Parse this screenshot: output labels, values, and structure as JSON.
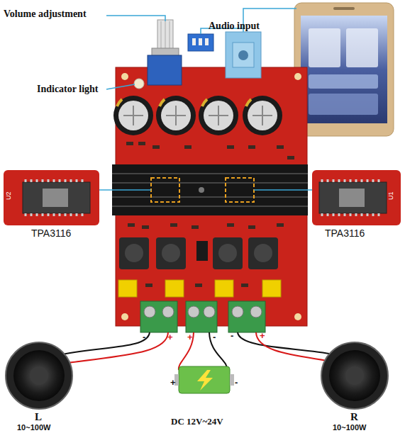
{
  "diagram": {
    "labels": [
      "Volume adjustment",
      "Audio input",
      "Indicator light",
      "TPA3116",
      "TPA3116",
      "U2",
      "U1",
      "-",
      "+",
      "+",
      "-",
      "-",
      "+",
      "+",
      "-",
      "L",
      "10~100W",
      "DC 12V~24V",
      "R",
      "10~100W"
    ]
  }
}
